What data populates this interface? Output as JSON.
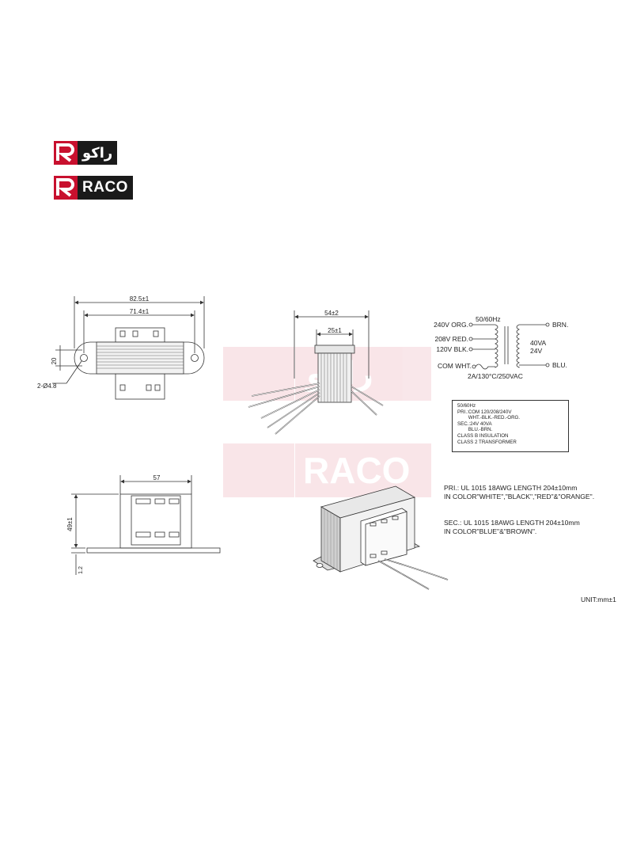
{
  "logos": {
    "arabic_word": "راكو",
    "latin_word": "RACO",
    "brand_red": "#c8102e",
    "brand_dark": "#1a1a1a"
  },
  "watermark": {
    "arabic_word": "راكو",
    "latin_word": "RACO"
  },
  "top_view": {
    "dim_overall": "82.5±1",
    "dim_core": "71.4±1",
    "dim_height": "20",
    "dim_holes": "2-Ø4.8"
  },
  "side_view": {
    "dim_overall": "54±2",
    "dim_core": "25±1"
  },
  "front_view": {
    "dim_width": "57",
    "dim_height": "49±1",
    "dim_base": "1.2"
  },
  "schematic": {
    "frequency": "50/60Hz",
    "pri_240": "240V ORG.",
    "pri_208": "208V RED.",
    "pri_120": "120V BLK.",
    "pri_com": "COM WHT.",
    "fuse_rating": "2A/130°C/250VAC",
    "sec_brn": "BRN.",
    "sec_rating_va": "40VA",
    "sec_rating_v": "24V",
    "sec_blu": "BLU."
  },
  "spec_label": {
    "lines": [
      "50/60Hz",
      "PRI.:COM   120/208/240V",
      "        WHT.-BLK.-RED.-ORG.",
      "SEC.:24V    40VA",
      "        BLU.-BRN.",
      "CLASS B INSULATION",
      "CLASS 2 TRANSFORMER"
    ]
  },
  "notes": {
    "pri_line1": "PRI.: UL 1015 18AWG LENGTH 204±10mm",
    "pri_line2": "IN COLOR\"WHITE\",\"BLACK\",\"RED\"&\"ORANGE\".",
    "sec_line1": "SEC.: UL 1015 18AWG LENGTH 204±10mm",
    "sec_line2": "IN COLOR\"BLUE\"&\"BROWN\"."
  },
  "unit": "UNIT:mm±1"
}
